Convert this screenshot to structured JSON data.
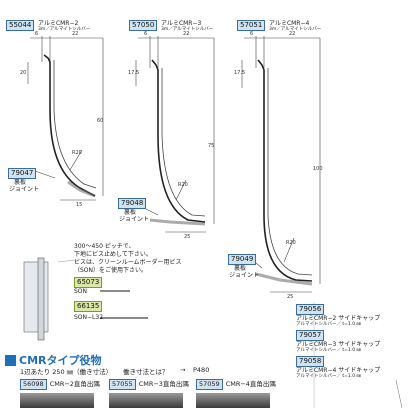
{
  "products": [
    {
      "code": "55044",
      "name": "アルミCMR−2",
      "spec": "3m／アルマイトシルバー"
    },
    {
      "code": "57050",
      "name": "アルミCMR−3",
      "spec": "3m／アルマイトシルバー"
    },
    {
      "code": "57051",
      "name": "アルミCMR−4",
      "spec": "3m／アルマイトシルバー"
    }
  ],
  "joints": [
    {
      "code": "79047",
      "label1": "裏板",
      "label2": "ジョイント"
    },
    {
      "code": "79048",
      "label1": "裏板",
      "label2": "ジョイント"
    },
    {
      "code": "79049",
      "label1": "裏板",
      "label2": "ジョイント"
    }
  ],
  "dims": {
    "p1": {
      "top1": "6",
      "top2": "22",
      "left": "20",
      "height": "60",
      "radius": "R20",
      "bottom": "15"
    },
    "p2": {
      "top1": "6",
      "top2": "22",
      "left": "17.5",
      "height": "75",
      "radius": "R20",
      "bottom": "25"
    },
    "p3": {
      "top1": "6",
      "top2": "22",
      "left": "17.5",
      "height": "100",
      "radius": "R20",
      "bottom": "25"
    }
  },
  "note": {
    "line1": "300〜450 ピッチで、",
    "line2": "下地にビス止めして下さい。",
    "line3": "ビスは、クリーンルームボーダー用ビス",
    "line4": "（SON）をご使用下さい。"
  },
  "screws": [
    {
      "code": "65073",
      "name": "SON"
    },
    {
      "code": "66135",
      "name": "SON−L32"
    }
  ],
  "caps": [
    {
      "code": "79056",
      "name": "アルミCMR−2 サイドキャップ",
      "spec": "アルマイトシルバー／ t=1.0 ㎜"
    },
    {
      "code": "79057",
      "name": "アルミCMR−3 サイドキャップ",
      "spec": "アルマイトシルバー／ t=1.0 ㎜"
    },
    {
      "code": "79058",
      "name": "アルミCMR−4 サイドキャップ",
      "spec": "アルマイトシルバー／ t=1.0 ㎜"
    }
  ],
  "cap_ref": "P480",
  "section": {
    "title": "CMRタイプ役物",
    "desc1": "1辺あたり 250 ㎜（働き寸法）",
    "desc2": "働き寸法とは？",
    "arrow": "→",
    "tabs": [
      {
        "code": "56098",
        "label": "CMR−2直角出隅"
      },
      {
        "code": "57055",
        "label": "CMR−3直角出隅"
      },
      {
        "code": "57059",
        "label": "CMR−4直角出隅"
      }
    ]
  }
}
